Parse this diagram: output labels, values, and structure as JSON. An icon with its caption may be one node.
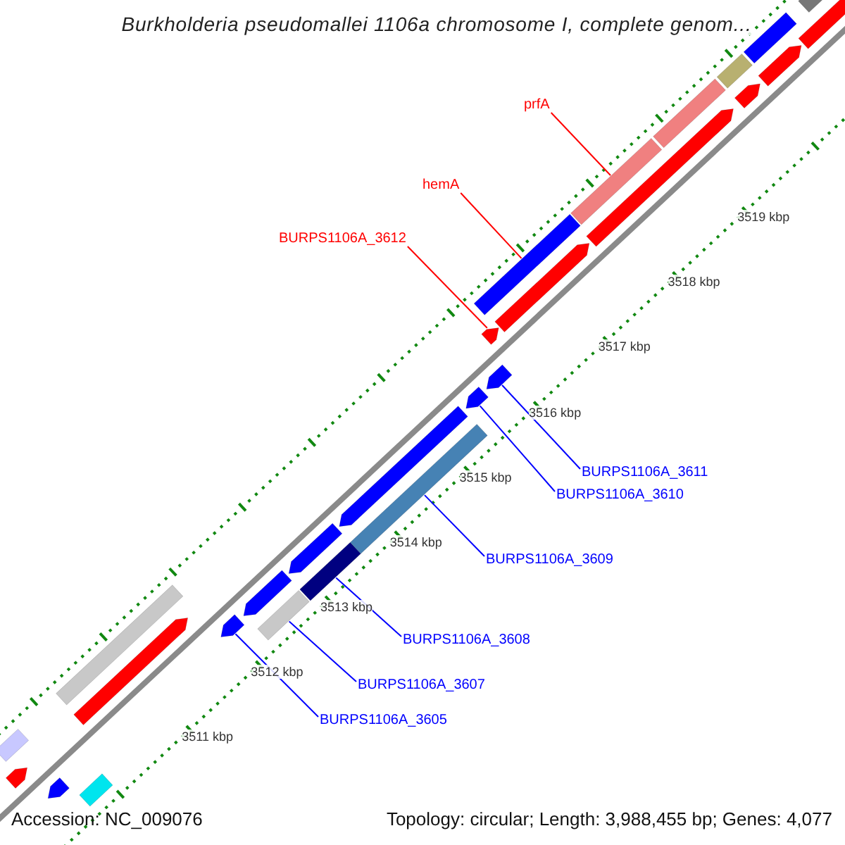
{
  "diagram": {
    "title": "Burkholderia pseudomallei 1106a chromosome I, complete genom...",
    "nodes": [
      {
        "text": [
          "prfA"
        ]
      },
      {
        "text": [
          "hemA"
        ]
      },
      {
        "text": [
          "BURPS1106A_3612"
        ]
      },
      {
        "text": [
          "BURPS1106A_3611"
        ]
      },
      {
        "text": [
          "BURPS1106A_3610"
        ]
      },
      {
        "text": [
          "BURPS1106A_3609"
        ]
      },
      {
        "text": [
          "BURPS1106A_3608"
        ]
      },
      {
        "text": [
          "BURPS1106A_3607"
        ]
      },
      {
        "text": [
          "BURPS1106A_3605"
        ]
      },
      {
        "text": [],
        "shape": "bar"
      },
      {
        "text": [],
        "shape": "pentagon"
      },
      {
        "text": [],
        "shape": "pentagon"
      },
      {
        "text": [],
        "shape": "bar"
      },
      {
        "text": [],
        "shape": "pentagon"
      },
      {
        "text": [],
        "shape": "bar"
      },
      {
        "text": [],
        "shape": "pentagon"
      },
      {
        "text": [],
        "shape": "bar"
      },
      {
        "text": [],
        "shape": "pentagon"
      },
      {
        "text": [],
        "shape": "bar"
      },
      {
        "text": [],
        "shape": "pentagon"
      },
      {
        "text": [],
        "shape": "bar"
      },
      {
        "text": [],
        "shape": "pentagon"
      },
      {
        "text": [],
        "shape": "pentagon"
      },
      {
        "text": [],
        "shape": "pentagon"
      },
      {
        "text": [],
        "shape": "pentagon"
      },
      {
        "text": [],
        "shape": "pentagon"
      },
      {
        "text": [],
        "shape": "bar"
      },
      {
        "text": [],
        "shape": "bar"
      },
      {
        "text": [],
        "shape": "pentagon"
      },
      {
        "text": [],
        "shape": "bar"
      },
      {
        "text": [],
        "shape": "pentagon"
      },
      {
        "text": [],
        "shape": "bar"
      },
      {
        "text": [],
        "shape": "pentagon"
      },
      {
        "text": [],
        "shape": "bar"
      },
      {
        "text": [],
        "shape": "pentagon"
      },
      {
        "text": [],
        "shape": "bar"
      }
    ],
    "edges": [
      {
        "from": 0,
        "to": 27,
        "arrow": "none",
        "color": "#ff0000"
      },
      {
        "from": 1,
        "to": 26,
        "arrow": "none",
        "color": "#ff0000"
      },
      {
        "from": 2,
        "to": 24,
        "arrow": "none",
        "color": "#ff0000"
      },
      {
        "from": 3,
        "to": 23,
        "arrow": "none"
      },
      {
        "from": 4,
        "to": 22,
        "arrow": "none"
      },
      {
        "from": 5,
        "to": 20,
        "arrow": "none"
      },
      {
        "from": 6,
        "to": 18,
        "arrow": "none"
      },
      {
        "from": 7,
        "to": 16,
        "arrow": "none"
      },
      {
        "from": 8,
        "to": 15,
        "arrow": "none"
      }
    ],
    "labels": [
      "3519 kbp",
      "3518 kbp",
      "3517 kbp",
      "3516 kbp",
      "3515 kbp",
      "3514 kbp",
      "3513 kbp",
      "3512 kbp",
      "3511 kbp",
      "Accession: NC_009076",
      "Topology: circular; Length: 3,988,455 bp; Genes: 4,077"
    ]
  }
}
